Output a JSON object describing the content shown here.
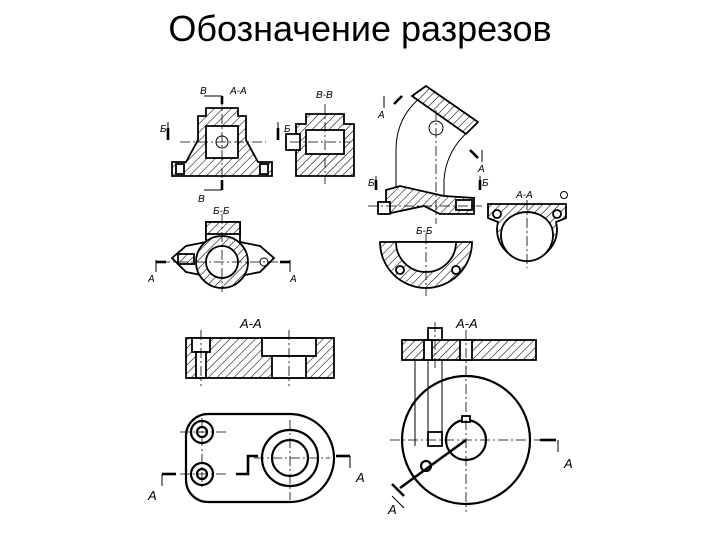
{
  "title": "Обозначение разрезов",
  "labels": {
    "v": "В",
    "aa": "А-А",
    "b": "Б",
    "vv": "В-В",
    "bb": "Б-Б",
    "a": "А",
    "aa_ring": "А-А"
  }
}
